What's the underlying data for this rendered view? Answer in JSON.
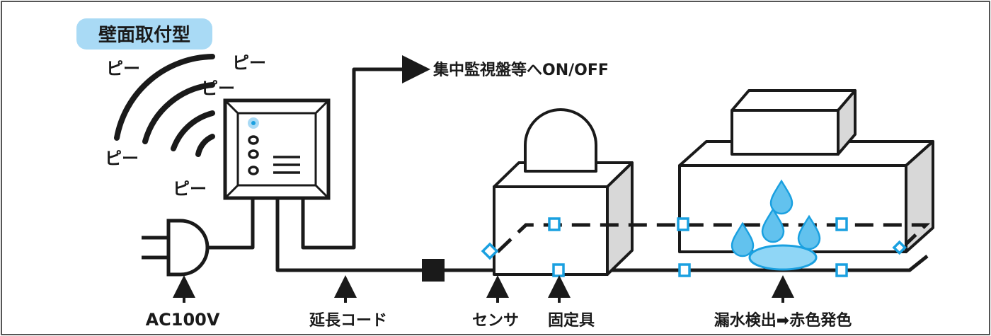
{
  "badge": {
    "label": "壁面取付型",
    "color": "#a9daf5"
  },
  "alarm_sounds": [
    "ピー",
    "ピー",
    "ピー",
    "ピー",
    "ピー"
  ],
  "output_label": "集中監視盤等へON/OFF",
  "labels": {
    "power": "AC100V",
    "extension_cord": "延長コード",
    "sensor": "センサ",
    "fixture": "固定具",
    "detection": "漏水検出➡赤色発色"
  },
  "colors": {
    "line": "#1a1a1a",
    "accent": "#1aa0e0",
    "water": "#62c2ee",
    "water_pool": "#8fd6f6",
    "box_side": "#d8d8d8",
    "frame": "#555555"
  },
  "icons": [
    "plug-icon",
    "alarm-unit-icon",
    "sound-wave-icon",
    "water-drop-icon",
    "arrow-up-icon",
    "arrow-right-icon"
  ]
}
